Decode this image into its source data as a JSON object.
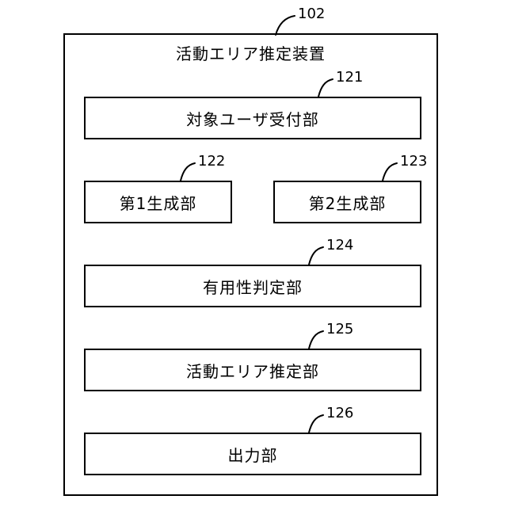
{
  "device": {
    "ref": "102",
    "title": "活動エリア推定装置"
  },
  "units": [
    {
      "ref": "121",
      "label": "対象ユーザ受付部"
    },
    {
      "ref": "122",
      "label": "第1生成部"
    },
    {
      "ref": "123",
      "label": "第2生成部"
    },
    {
      "ref": "124",
      "label": "有用性判定部"
    },
    {
      "ref": "125",
      "label": "活動エリア推定部"
    },
    {
      "ref": "126",
      "label": "出力部"
    }
  ]
}
